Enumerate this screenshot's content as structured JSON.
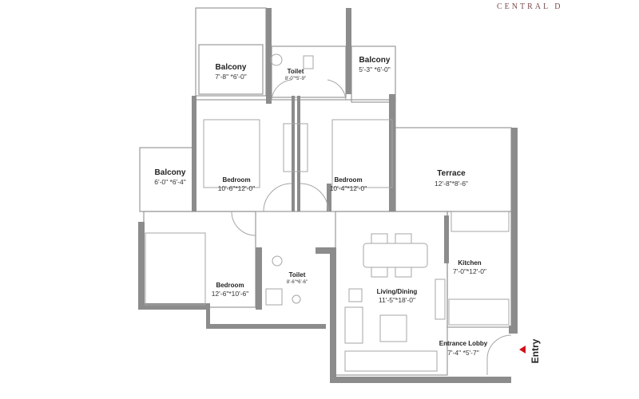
{
  "brand": "CENTRAL D",
  "rooms": {
    "balcony_top_left": {
      "name": "Balcony",
      "dim": "7'-8\" *6'-0\""
    },
    "toilet_top": {
      "name": "Toilet",
      "dim": "8'-0\"*5'-9\""
    },
    "balcony_top_right": {
      "name": "Balcony",
      "dim": "5'-3\" *6'-0\""
    },
    "balcony_left": {
      "name": "Balcony",
      "dim": "6'-0\" *6'-4\""
    },
    "bedroom_1": {
      "name": "Bedroom",
      "dim": "10'-6\"*12'-0\""
    },
    "bedroom_2": {
      "name": "Bedroom",
      "dim": "10'-4\"*12'-0\""
    },
    "terrace": {
      "name": "Terrace",
      "dim": "12'-8\"*8'-6\""
    },
    "bedroom_3": {
      "name": "Bedroom",
      "dim": "12'-6\"*10'-6\""
    },
    "toilet_bottom": {
      "name": "Toilet",
      "dim": "8'-6\"*6'-6\""
    },
    "kitchen": {
      "name": "Kitchen",
      "dim": "7'-0\"*12'-0\""
    },
    "living_dining": {
      "name": "Living/Dining",
      "dim": "11'-5\"*18'-0\""
    },
    "entrance_lobby": {
      "name": "Entrance Lobby",
      "dim": "7'-4\" *5'-7\""
    }
  },
  "entry": {
    "label": "Entry",
    "marker_color": "#d0101a"
  },
  "colors": {
    "wall": "#8c8c8c",
    "line": "#9a9a9a",
    "brand": "#7a4b4b"
  }
}
